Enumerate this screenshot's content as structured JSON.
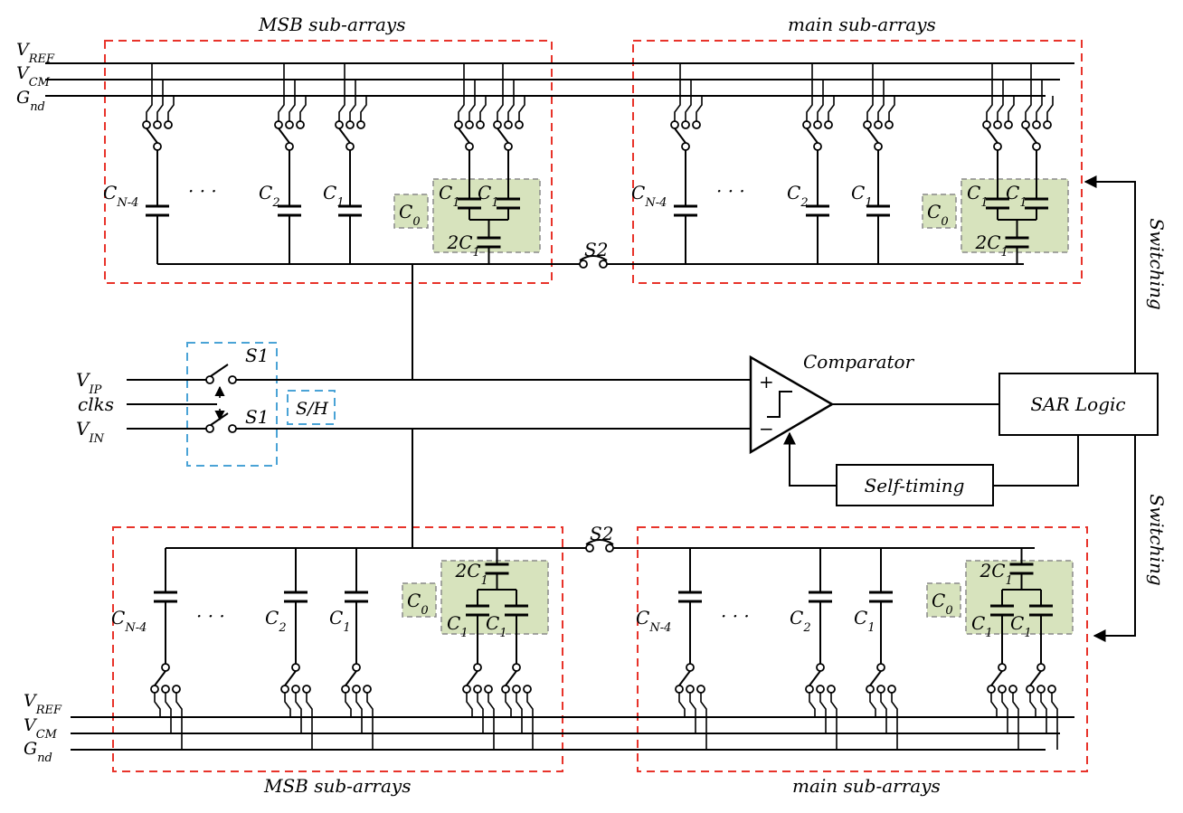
{
  "labels": {
    "top_msb_title": "MSB sub-arrays",
    "top_main_title": "main sub-arrays",
    "bottom_msb_title": "MSB sub-arrays",
    "bottom_main_title": "main sub-arrays",
    "vref": "V",
    "vref_sub": "REF",
    "vcm": "V",
    "vcm_sub": "CM",
    "gnd": "G",
    "gnd_sub": "nd",
    "cap_n4": "C",
    "cap_n4_sub": "N-4",
    "cap_2": "C",
    "cap_2_sub": "2",
    "cap_1": "C",
    "cap_1_sub": "1",
    "cap_0": "C",
    "cap_0_sub": "0",
    "cap_2c1": "2C",
    "cap_2c1_sub": "1",
    "dots": "· · ·",
    "s2": "S2",
    "s1": "S1",
    "sh": "S/H",
    "vip": "V",
    "vip_sub": "IP",
    "vin": "V",
    "vin_sub": "IN",
    "clks": "clks",
    "comparator": "Comparator",
    "plus": "+",
    "minus": "−",
    "sar_logic": "SAR Logic",
    "self_timing": "Self-timing",
    "switching_top": "Switching",
    "switching_bottom": "Switching"
  }
}
